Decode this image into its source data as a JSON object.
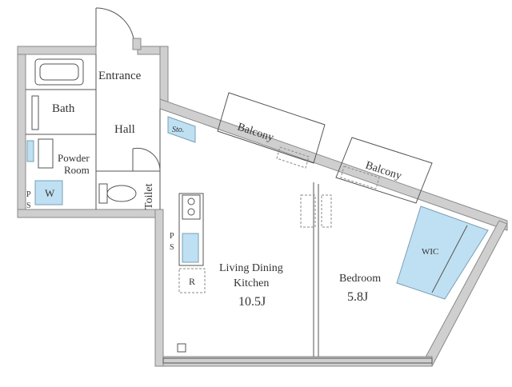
{
  "rooms": {
    "entrance": "Entrance",
    "bath": "Bath",
    "hall": "Hall",
    "storage": "Sto.",
    "powder_room_line1": "Powder",
    "powder_room_line2": "Room",
    "washer": "W",
    "toilet": "Toilet",
    "pipe_space_left": "P\nS",
    "pipe_space_kitchen": "P\nS",
    "refrigerator": "R",
    "ldk_line1": "Living Dining",
    "ldk_line2": "Kitchen",
    "ldk_size": "10.5J",
    "bedroom": "Bedroom",
    "bedroom_size": "5.8J",
    "wic": "WIC",
    "balcony_1": "Balcony",
    "balcony_2": "Balcony"
  },
  "colors": {
    "wall": "#cfcfcf",
    "wall_stroke": "#8a8a8a",
    "storage_fill": "#bfe0f2",
    "line": "#555555"
  }
}
